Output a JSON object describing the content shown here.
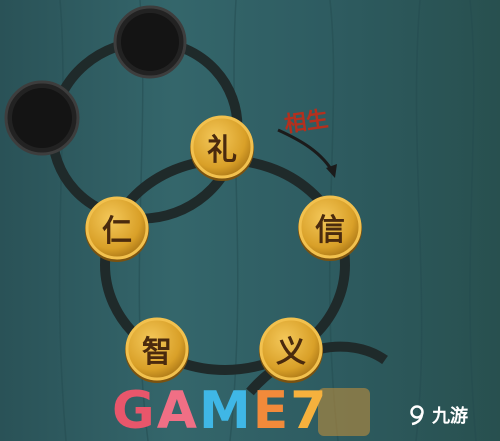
{
  "hint": {
    "label": "相生"
  },
  "coins": [
    {
      "id": "li",
      "label": "礼"
    },
    {
      "id": "xin",
      "label": "信"
    },
    {
      "id": "yi",
      "label": "义"
    },
    {
      "id": "zhi",
      "label": "智"
    },
    {
      "id": "ren",
      "label": "仁"
    }
  ],
  "empty_slots": 2,
  "watermark": {
    "letters": [
      "G",
      "A",
      "M",
      "E",
      "7"
    ]
  },
  "brand": {
    "icon": "nine-game-logo-icon",
    "text": "九游"
  },
  "colors": {
    "background": "#2f5d62",
    "coin": "#d9a028",
    "coin_edge": "#f2c14e",
    "track": "#1f2a2a",
    "empty_slot": "#1a1a1a",
    "hint": "#b3301e"
  }
}
